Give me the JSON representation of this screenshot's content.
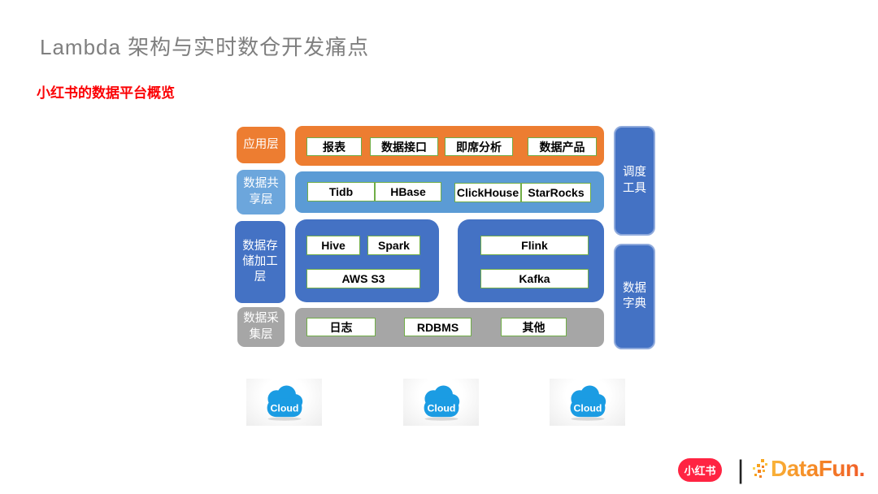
{
  "slide": {
    "title": "Lambda 架构与实时数仓开发痛点",
    "subtitle": "小红书的数据平台概览"
  },
  "palette": {
    "orange": "#ED7D31",
    "light_blue": "#5B9BD5",
    "blue": "#4472C4",
    "gray": "#A6A6A6",
    "green_border": "#70AD47",
    "title_gray": "#7F7F7F",
    "subtitle_red": "#FB0205",
    "cloud_blue": "#1B9CE3",
    "xiaohongshu_red": "#FF2442",
    "datafun_orange": "#F05A28"
  },
  "diagram": {
    "layers": [
      {
        "label": "应用层",
        "items": [
          "报表",
          "数据接口",
          "即席分析",
          "数据产品"
        ]
      },
      {
        "label": "数据共\n享层",
        "items": [
          "Tidb",
          "HBase",
          "ClickHouse",
          "StarRocks"
        ]
      },
      {
        "label": "数据存\n储加工\n层",
        "groups": [
          {
            "top": [
              "Hive",
              "Spark"
            ],
            "bottom": "AWS S3"
          },
          {
            "top": [
              "Flink"
            ],
            "bottom": "Kafka"
          }
        ]
      },
      {
        "label": "数据采\n集层",
        "items": [
          "日志",
          "RDBMS",
          "其他"
        ]
      }
    ],
    "side_boxes": [
      {
        "label": "调度\n工具"
      },
      {
        "label": "数据\n字典"
      }
    ],
    "clouds": [
      {
        "label": "Cloud"
      },
      {
        "label": "Cloud"
      },
      {
        "label": "Cloud"
      }
    ]
  },
  "footer": {
    "brand_left": "小红书",
    "divider": "|",
    "brand_right": "DataFun."
  }
}
